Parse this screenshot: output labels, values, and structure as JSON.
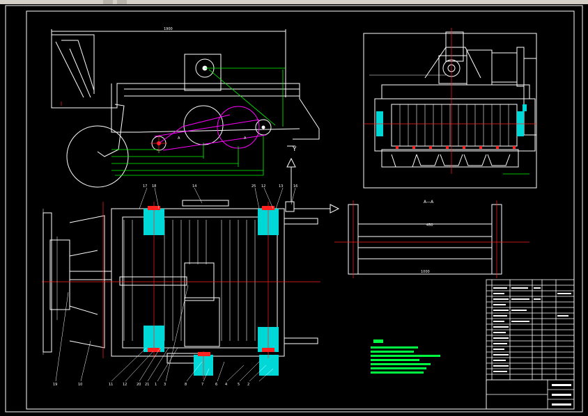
{
  "toolbar": {
    "item_a": "",
    "item_b": ""
  },
  "section_label": "A—A",
  "section_marker_left": "A",
  "section_marker_right": "A",
  "view_marker": "Y",
  "dimensions": {
    "top_width": "1900",
    "lower_total": "1000",
    "tech_notes_title": "",
    "aa_center": "450",
    "aa_width": "1000"
  },
  "balloons": [
    "17",
    "18",
    "14",
    "25",
    "12",
    "13",
    "16",
    "19",
    "10",
    "11",
    "12",
    "20",
    "21",
    "1",
    "3",
    "8",
    "7",
    "6",
    "4",
    "5",
    "2"
  ],
  "colors": {
    "background": "#000000",
    "frame": "#ffffff",
    "center_line": "#ff2020",
    "dimension": "#00ff00",
    "belt": "#ff00ff",
    "seal": "#00d8d8",
    "cut": "#ff2020",
    "notes": "#00ff40"
  }
}
